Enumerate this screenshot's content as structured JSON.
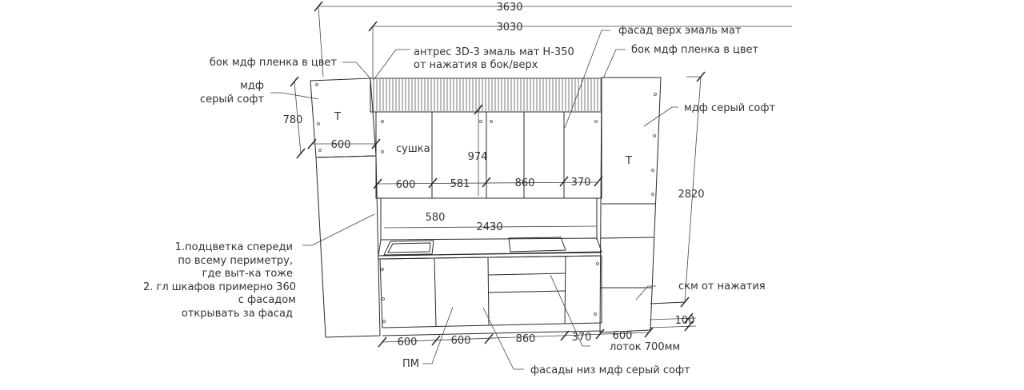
{
  "dimensions": {
    "total_width": "3630",
    "inner_width": "3030",
    "left_upper_height": "780",
    "left_depth": "600",
    "wall_height": "974",
    "wall_widths": [
      "600",
      "581",
      "860",
      "370"
    ],
    "backsplash_depth": "580",
    "counter_width": "2430",
    "total_height": "2820",
    "plinth": "100",
    "base_widths": [
      "600",
      "600",
      "860",
      "370",
      "600"
    ]
  },
  "labels": {
    "side_left": "бок мдф пленка в цвет",
    "mdf_left_1": "мдф",
    "mdf_left_2": "серый софт",
    "antresol_1": "антрес 3D-3 эмаль мат Н-350",
    "antresol_2": "от нажатия в бок/верх",
    "facade_top": "фасад верх эмаль мат",
    "side_right": "бок мдф пленка в цвет",
    "mdf_right": "мдф серый софт",
    "left_T": "Т",
    "right_T": "Т",
    "dryer": "сушка",
    "note": [
      "1.подцветка спереди",
      "по всему периметру,",
      "где выт-ка тоже",
      "2. гл шкафов примерно 360",
      "с фасадом",
      "открывать за фасад"
    ],
    "skm": "скм от нажатия",
    "tray": "лоток 700мм",
    "pm": "ПМ",
    "facades_bottom": "фасады низ мдф серый софт"
  }
}
